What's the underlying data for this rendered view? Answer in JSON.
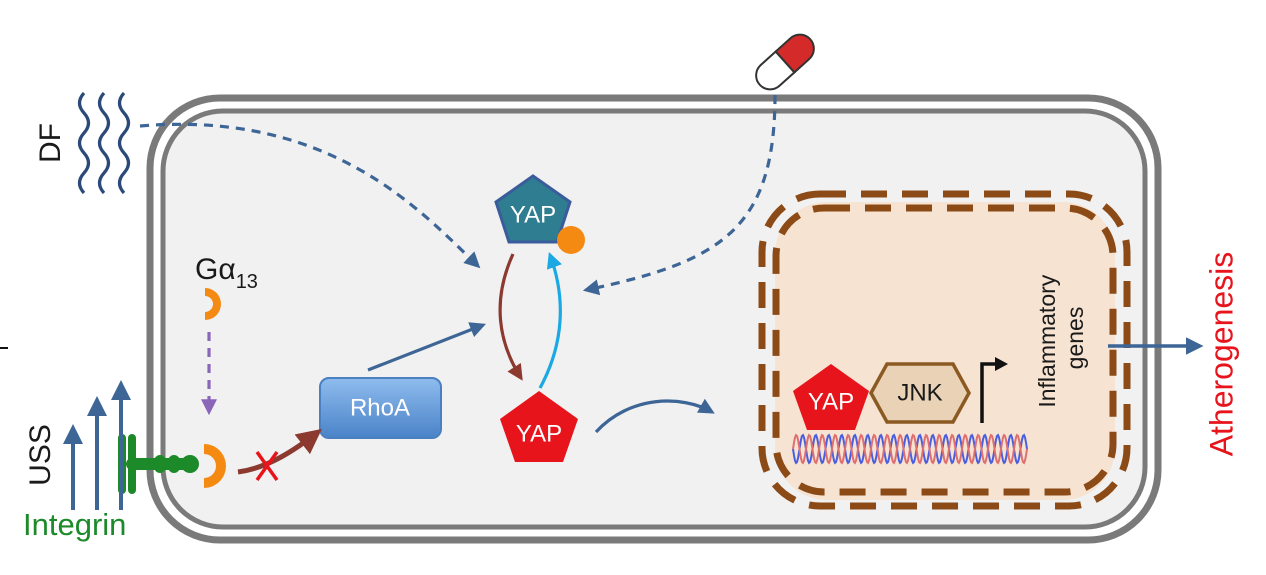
{
  "labels": {
    "df": "DF",
    "uss": "USS",
    "integrin": "Integrin",
    "galpha_symbol": "Gα",
    "galpha_subscript": "13",
    "rhoa": "RhoA",
    "yap_top": "YAP",
    "yap_bottom": "YAP",
    "yap_nucleus": "YAP",
    "jnk": "JNK",
    "inflammatory_line1": "Inflammatory",
    "inflammatory_line2": "genes",
    "atherogenesis": "Atherogenesis"
  },
  "colors": {
    "cell_membrane": "#7a7a7a",
    "cytoplasm": "#f1f1f1",
    "nucleus_fill": "#f6e3d2",
    "nucleus_border": "#8b4a16",
    "yap_phospho": "#2f7d90",
    "yap_active": "#e8141c",
    "phosphate": "#f58a12",
    "galpha": "#f58a12",
    "rhoa": "#5f97d6",
    "jnk_fill": "#e9d2b6",
    "jnk_border": "#8b5a22",
    "arrow_blue": "#3d6596",
    "arrow_brown": "#8c3a30",
    "arrow_cyan": "#1ba8e3",
    "arrow_purple": "#8a66b8",
    "integrin": "#1d8a2a",
    "atherogenesis": "#e8141c",
    "dna_strand_a": "#4a5fe0",
    "dna_strand_b": "#e06f6f"
  },
  "icons": [
    "pill-icon",
    "df-wave-icon",
    "galpha-receptor-icon",
    "integrin-receptor-icon",
    "dna-helix-icon",
    "transcription-arrow-icon",
    "inhibition-cross-icon"
  ]
}
